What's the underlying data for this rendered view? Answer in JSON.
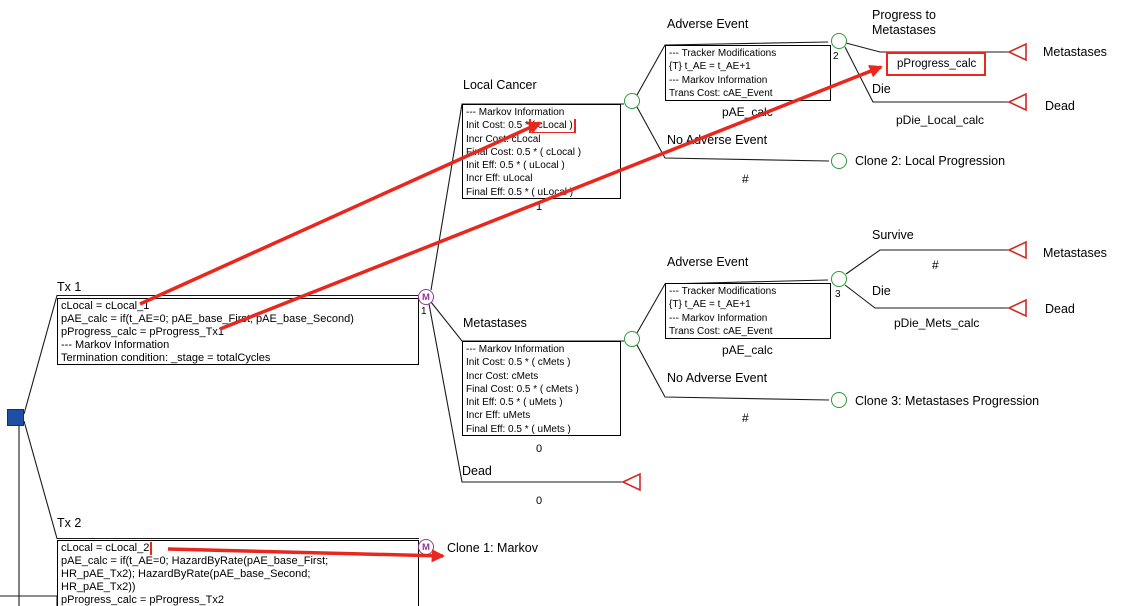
{
  "colors": {
    "markov_node": "#993399",
    "chance_node": "#2c9939",
    "terminal_node": "#cf2a27",
    "decision_node": "#1e4fa0",
    "annotation": "#e8281e"
  },
  "tx1": {
    "label": "Tx 1",
    "markov_symbol": "M",
    "node_number": "1",
    "box_lines": [
      "cLocal = cLocal_1",
      "pAE_calc = if(t_AE=0; pAE_base_First; pAE_base_Second)",
      "pProgress_calc = pProgress_Tx1",
      "--- Markov Information",
      "Termination condition: _stage = totalCycles"
    ]
  },
  "tx2": {
    "label": "Tx 2",
    "markov_symbol": "M",
    "clone_label": "Clone 1: Markov",
    "highlighted_line": "cLocal = cLocal_2",
    "box_lines": [
      "pAE_calc = if(t_AE=0; HazardByRate(pAE_base_First;",
      "HR_pAE_Tx2); HazardByRate(pAE_base_Second;",
      "HR_pAE_Tx2))",
      "pProgress_calc = pProgress_Tx2"
    ]
  },
  "local_cancer": {
    "label": "Local Cancer",
    "value": "1",
    "box": {
      "header": "--- Markov Information",
      "init_cost_prefix": "Init Cost: 0.5 * ",
      "init_cost_highlight": "( cLocal )",
      "lines": [
        "Incr Cost: cLocal",
        "Final Cost: 0.5 * ( cLocal )",
        "Init Eff: 0.5 * ( uLocal )",
        "Incr Eff: uLocal",
        "Final Eff: 0.5 * ( uLocal )"
      ]
    }
  },
  "metastases_state": {
    "label": "Metastases",
    "value": "0",
    "box_lines": [
      "--- Markov Information",
      "Init Cost: 0.5 * ( cMets )",
      "Incr Cost: cMets",
      "Final Cost: 0.5 * ( cMets )",
      "Init Eff: 0.5 * ( uMets )",
      "Incr Eff: uMets",
      "Final Eff: 0.5 * ( uMets )"
    ]
  },
  "dead_state": {
    "label": "Dead",
    "value": "0"
  },
  "local_adverse_event": {
    "label": "Adverse Event",
    "node_number": "2",
    "probability": "pAE_calc",
    "box_lines": [
      "--- Tracker Modifications",
      "{T} t_AE = t_AE+1",
      "--- Markov Information",
      "Trans Cost: cAE_Event"
    ]
  },
  "local_no_adverse_event": {
    "label": "No Adverse Event",
    "probability": "#",
    "clone_label": "Clone 2: Local Progression"
  },
  "progress_to_metastases": {
    "label": "Progress to\nMetastases",
    "probability": "pProgress_calc",
    "terminal_label": "Metastases"
  },
  "die_local": {
    "label": "Die",
    "probability": "pDie_Local_calc",
    "terminal_label": "Dead"
  },
  "mets_adverse_event": {
    "label": "Adverse Event",
    "node_number": "3",
    "probability": "pAE_calc",
    "box_lines": [
      "--- Tracker Modifications",
      "{T} t_AE = t_AE+1",
      "--- Markov Information",
      "Trans Cost: cAE_Event"
    ]
  },
  "survive": {
    "label": "Survive",
    "probability": "#",
    "terminal_label": "Metastases"
  },
  "die_mets": {
    "label": "Die",
    "probability": "pDie_Mets_calc",
    "terminal_label": "Dead"
  },
  "mets_no_adverse_event": {
    "label": "No Adverse Event",
    "probability": "#",
    "clone_label": "Clone 3: Metastases Progression"
  }
}
